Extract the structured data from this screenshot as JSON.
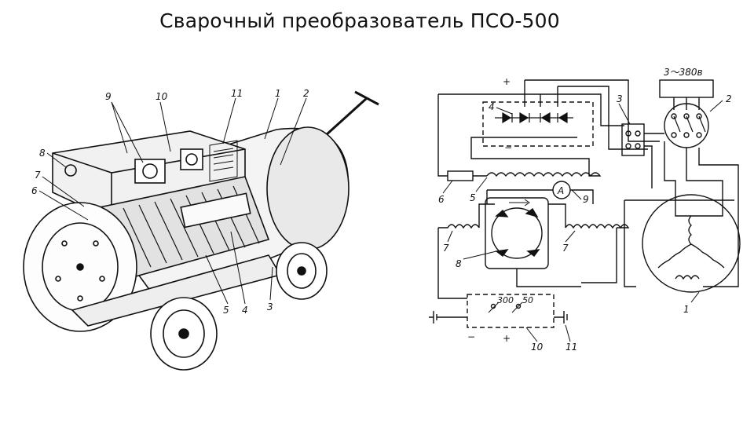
{
  "title": "Сварочный преобразователь ПСО-500",
  "machine": {
    "callouts": [
      "9",
      "10",
      "11",
      "1",
      "2",
      "8",
      "7",
      "6",
      "5",
      "4",
      "3"
    ]
  },
  "schematic": {
    "supply": "3～380в",
    "plus_top": "+",
    "minus_top": "−",
    "ammeter": "A",
    "range_300": "300",
    "range_50": "50",
    "plus_bottom": "+",
    "minus_bottom": "−",
    "labels": [
      "4",
      "3",
      "2",
      "6",
      "5",
      "9",
      "7",
      "8",
      "7",
      "1",
      "10",
      "11"
    ]
  }
}
